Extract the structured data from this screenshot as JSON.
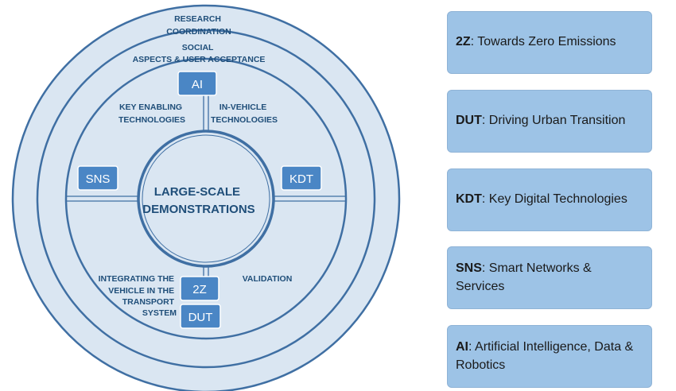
{
  "diagram": {
    "outer_ring_label": [
      "RESEARCH",
      "COORDINATION"
    ],
    "second_ring_label": [
      "SOCIAL",
      "ASPECTS & USER ACCEPTANCE"
    ],
    "quadrants": {
      "top_left": [
        "KEY ENABLING",
        "TECHNOLOGIES"
      ],
      "top_right": [
        "IN-VEHICLE",
        "TECHNOLOGIES"
      ],
      "bottom_left": [
        "INTEGRATING THE",
        "VEHICLE IN THE",
        "TRANSPORT",
        "SYSTEM"
      ],
      "bottom_right": [
        "VALIDATION"
      ]
    },
    "center_label": [
      "LARGE-SCALE",
      "DEMONSTRATIONS"
    ],
    "chips": {
      "ai": "AI",
      "sns": "SNS",
      "kdt": "KDT",
      "2z": "2Z",
      "dut": "DUT"
    }
  },
  "legend": [
    {
      "abbr": "2Z",
      "sep": ": ",
      "text": "Towards Zero Emissions"
    },
    {
      "abbr": "DUT",
      "sep": ": ",
      "text": "Driving Urban Transition"
    },
    {
      "abbr": "KDT",
      "sep": ": ",
      "text": "Key Digital Technologies"
    },
    {
      "abbr": "SNS",
      "sep": ": ",
      "text": "Smart Networks & Services"
    },
    {
      "abbr": "AI",
      "sep": ": ",
      "text": "Artificial Intelligence, Data & Robotics"
    }
  ],
  "colors": {
    "ring_fill": "#DAE6F2",
    "ring_stroke": "#3F6FA3",
    "chip_fill": "#4A86C5",
    "text_dark": "#1F4E79",
    "legend_fill": "#9DC3E6"
  }
}
